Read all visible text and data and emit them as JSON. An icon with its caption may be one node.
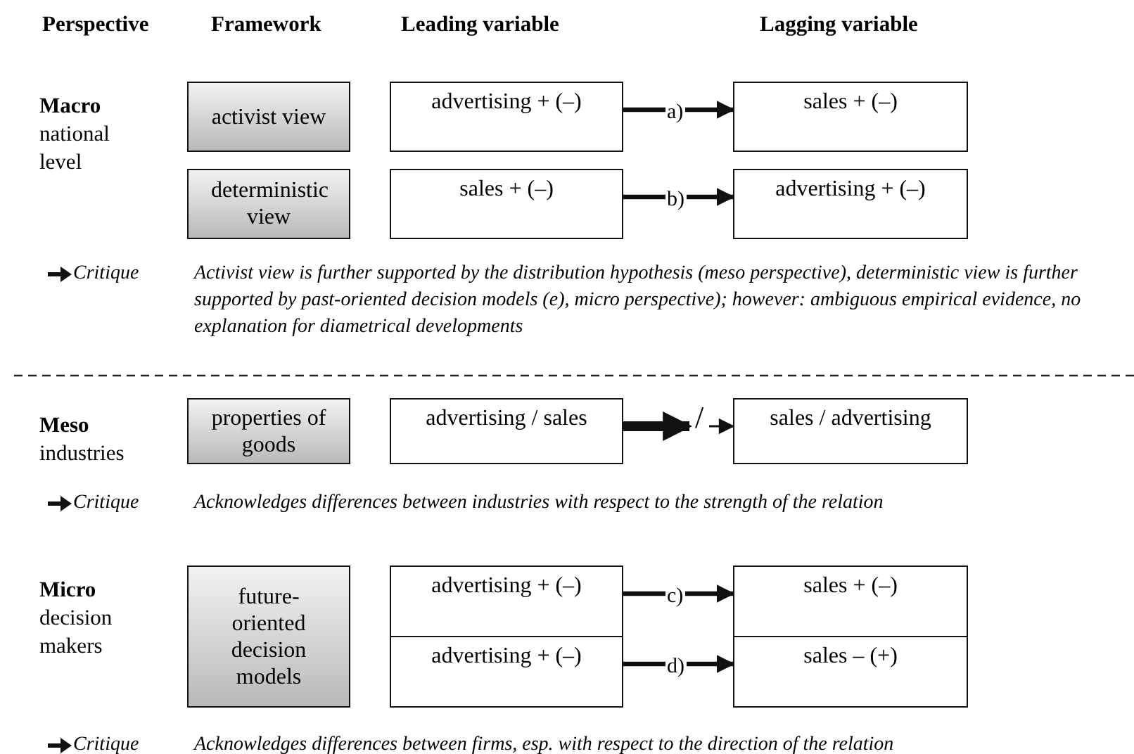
{
  "diagram": {
    "nodes": [
      {
        "text": [
          "activist view"
        ]
      },
      {
        "text": [
          "advertising + (–)"
        ]
      },
      {
        "text": [
          "sales + (–)"
        ]
      },
      {
        "text": [
          "deterministic view"
        ]
      },
      {
        "text": [
          "sales + (–)"
        ]
      },
      {
        "text": [
          "advertising + (–)"
        ]
      },
      {
        "text": [
          "properties of goods"
        ]
      },
      {
        "text": [
          "advertising / sales"
        ]
      },
      {
        "text": [
          "sales / advertising"
        ]
      },
      {
        "text": [
          "future-oriented decision models"
        ]
      },
      {
        "text": [
          "advertising + (–)"
        ]
      },
      {
        "text": [
          "sales + (–)"
        ]
      },
      {
        "text": [
          "advertising + (–)"
        ]
      },
      {
        "text": [
          "sales – (+)"
        ]
      }
    ],
    "edges": [
      {
        "from": 1,
        "to": 2,
        "arrow": "to",
        "label": "a)"
      },
      {
        "from": 4,
        "to": 5,
        "arrow": "to",
        "label": "b)"
      },
      {
        "from": 7,
        "to": 8,
        "arrow": "to",
        "label": "/",
        "style": "thick"
      },
      {
        "from": 10,
        "to": 11,
        "arrow": "to",
        "label": "c)"
      },
      {
        "from": 12,
        "to": 13,
        "arrow": "to",
        "label": "d)"
      }
    ],
    "labels": [
      "Perspective",
      "Framework",
      "Leading variable",
      "Lagging variable",
      "Macro",
      "national level",
      "Critique",
      "Activist view is further supported by the distribution hypothesis (meso perspective), deterministic view is further supported by past-oriented decision models (e), micro perspective); however: ambiguous empirical evidence, no explanation for diametrical developments",
      "Meso",
      "industries",
      "Critique",
      "Acknowledges differences between industries with respect to the strength of the relation",
      "Micro",
      "decision makers",
      "Critique",
      "Acknowledges differences between firms, esp. with respect to the direction of the relation"
    ]
  }
}
